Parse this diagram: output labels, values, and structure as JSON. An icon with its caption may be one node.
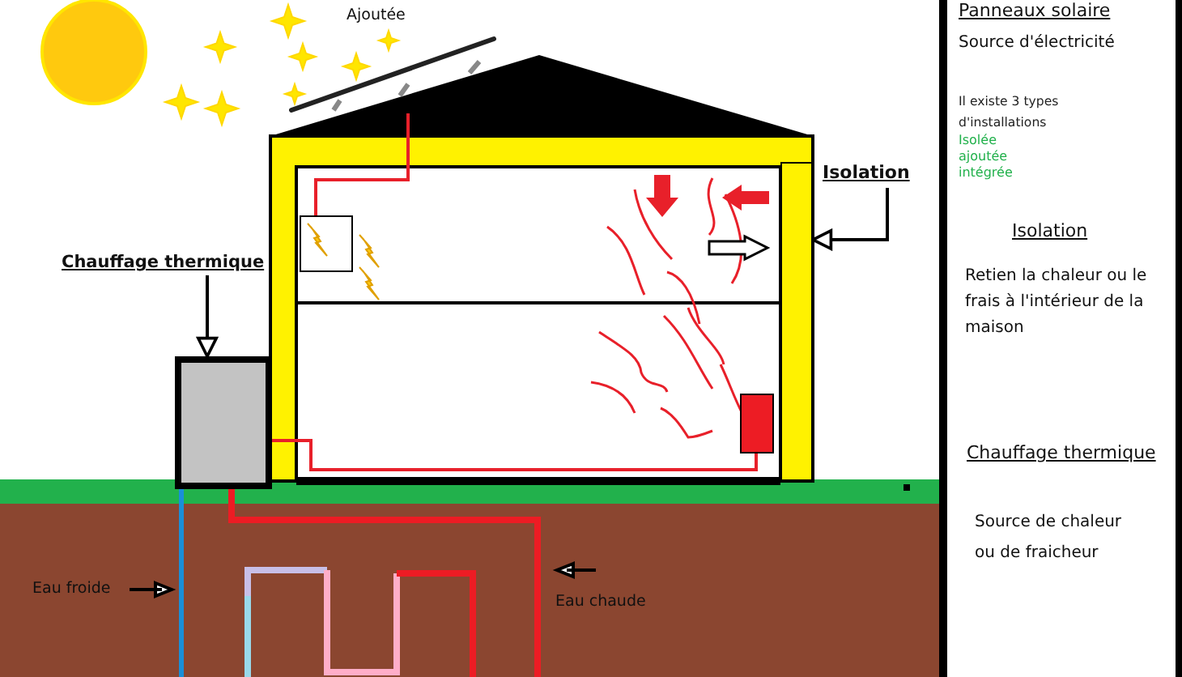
{
  "diagram": {
    "nodes": [
      {
        "text": [
          "Chauffage thermique"
        ]
      },
      {
        "text": [],
        "shape": "box"
      },
      {
        "text": [
          "Isolation"
        ]
      },
      {
        "text": [],
        "shape": "bar"
      },
      {
        "text": [
          "Panneaux solaire",
          "Source d'électricité",
          "Il existe 3 types d'installations",
          "Isolée",
          "ajoutée",
          "intégrée",
          "Isolation",
          "Retien la chaleur ou le frais à l'intérieur de la maison",
          "Chauffage thermique",
          "Source de chaleur ou de fraicheur"
        ]
      },
      {
        "text": [],
        "shape": "picture",
        "beside": [
          "Ajoutée"
        ]
      },
      {
        "text": [],
        "shape": "box"
      },
      {
        "text": [],
        "shape": "box"
      }
    ],
    "edges": [
      {
        "from": 0,
        "to": 1,
        "arrow": "to"
      },
      {
        "from": 2,
        "to": 3,
        "arrow": "to"
      },
      {
        "from": 5,
        "to": 6,
        "arrow": "none",
        "color": "#e8202a"
      },
      {
        "from": 1,
        "to": 7,
        "arrow": "none",
        "color": "#e8202a"
      }
    ],
    "labels": [
      "Eau froide",
      "Eau chaude"
    ]
  }
}
